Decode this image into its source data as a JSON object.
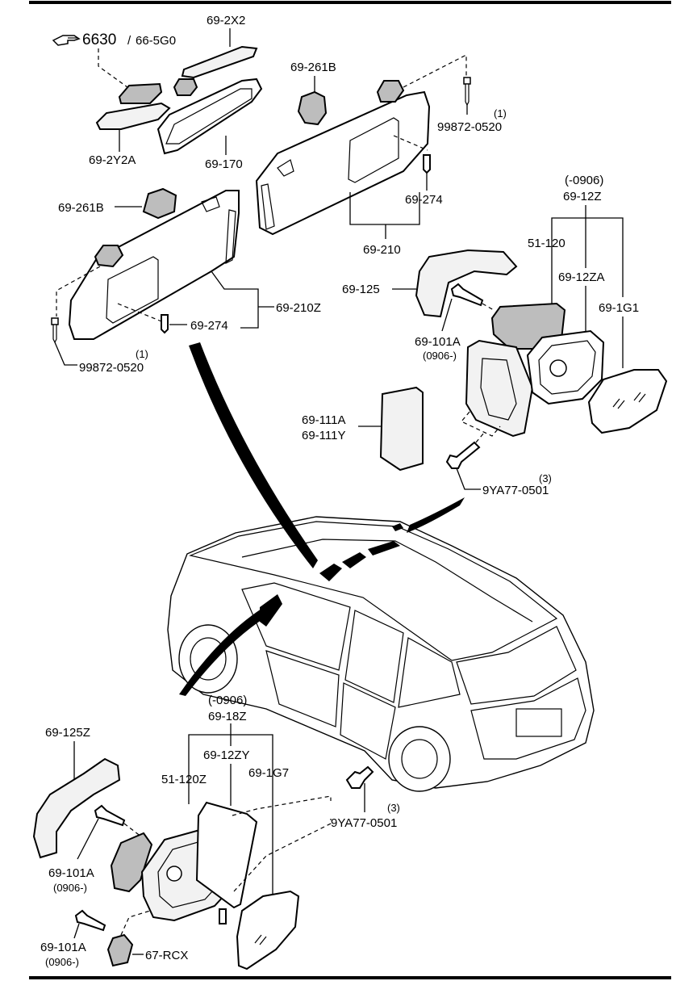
{
  "ref_note": {
    "page": "6630",
    "slash": "/",
    "code": "66-5G0"
  },
  "icons": {
    "pointer": "pointing-hand-icon"
  },
  "labels": {
    "p_69_2X2": "69-2X2",
    "p_69_2Y2A": "69-2Y2A",
    "p_69_170": "69-170",
    "p_69_261B_top": "69-261B",
    "p_99872_top": "99872-0520",
    "q_99872_top": "(1)",
    "p_69_261B_left": "69-261B",
    "p_69_274_right": "69-274",
    "p_69_210": "69-210",
    "p_69_210Z": "69-210Z",
    "p_69_274_left": "69-274",
    "p_99872_left": "99872-0520",
    "q_99872_left": "(1)",
    "r_0906_right": "(-0906)",
    "p_69_12Z": "69-12Z",
    "p_51_120": "51-120",
    "p_69_12ZA": "69-12ZA",
    "p_69_125": "69-125",
    "p_69_1G1": "69-1G1",
    "p_69_101A_right": "69-101A",
    "r_0906_101A_right": "(0906-)",
    "p_69_111A": "69-111A",
    "p_69_111Y": "69-111Y",
    "q_9YA77_right": "(3)",
    "p_9YA77_right": "9YA77-0501",
    "r_0906_left": "(-0906)",
    "p_69_18Z": "69-18Z",
    "p_69_125Z": "69-125Z",
    "p_69_12ZY": "69-12ZY",
    "p_51_120Z": "51-120Z",
    "p_69_1G7": "69-1G7",
    "q_9YA77_left": "(3)",
    "p_9YA77_left": "9YA77-0501",
    "p_69_101A_left1": "69-101A",
    "r_0906_101A_left1": "(0906-)",
    "p_69_101A_left2": "69-101A",
    "r_0906_101A_left2": "(0906-)",
    "p_67_RCX": "67-RCX"
  }
}
